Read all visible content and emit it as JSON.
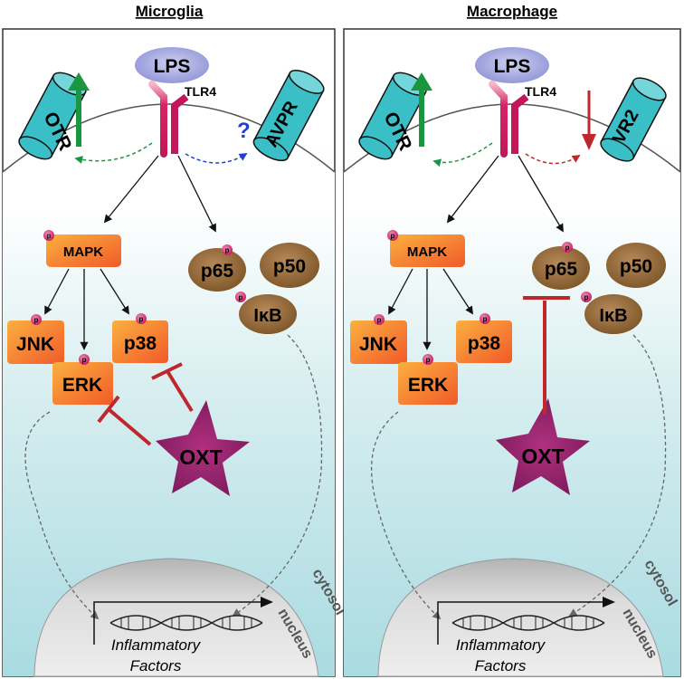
{
  "panels": [
    {
      "title": "Microglia",
      "ligand": "LPS",
      "receptor": "TLR4",
      "otr": "OTR",
      "vasopressin_receptor": "AVPR",
      "vasopressin_receptor_change": "?",
      "kinases": {
        "mapk": "MAPK",
        "jnk": "JNK",
        "erk": "ERK",
        "p38": "p38"
      },
      "nfkb": {
        "p65": "p65",
        "p50": "p50",
        "ikb": "IκB"
      },
      "phospho_label": "p",
      "oxt": "OXT",
      "cytosol": "cytosol",
      "nucleus": "nucleus",
      "genes_line1": "Inflammatory",
      "genes_line2": "Factors",
      "colors": {
        "otr_up_arrow": "#1a9641",
        "avpr_question": "#1f3fd6",
        "inhibition": "#c0272d"
      }
    },
    {
      "title": "Macrophage",
      "ligand": "LPS",
      "receptor": "TLR4",
      "otr": "OTR",
      "vasopressin_receptor": "VR2",
      "vasopressin_receptor_change": "down",
      "kinases": {
        "mapk": "MAPK",
        "jnk": "JNK",
        "erk": "ERK",
        "p38": "p38"
      },
      "nfkb": {
        "p65": "p65",
        "p50": "p50",
        "ikb": "IκB"
      },
      "phospho_label": "p",
      "oxt": "OXT",
      "cytosol": "cytosol",
      "nucleus": "nucleus",
      "genes_line1": "Inflammatory",
      "genes_line2": "Factors",
      "colors": {
        "otr_up_arrow": "#1a9641",
        "vr2_down_arrow": "#c0272d",
        "inhibition": "#c0272d"
      }
    }
  ]
}
